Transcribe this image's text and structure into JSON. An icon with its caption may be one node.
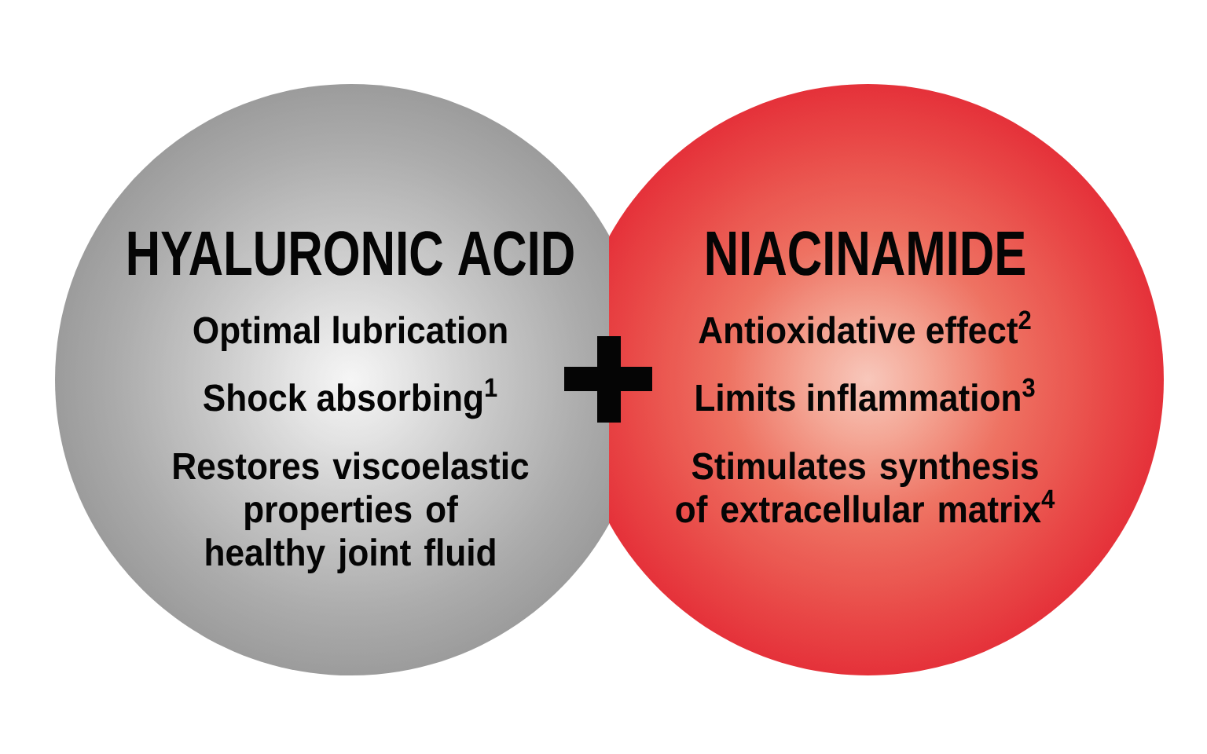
{
  "diagram": {
    "nodes": [
      {
        "text": [
          "HYALURONIC ACID",
          "Optimal lubrication",
          "Shock absorbing$^{1}$",
          "Restores viscoelastic properties of healthy joint fluid"
        ]
      },
      {
        "text": [
          "NIACINAMIDE",
          "Antioxidative effect$^{2}$",
          "Limits inflammation$^{3}$",
          "Stimulates synthesis of extracellular matrix$^{4}$"
        ]
      }
    ]
  }
}
